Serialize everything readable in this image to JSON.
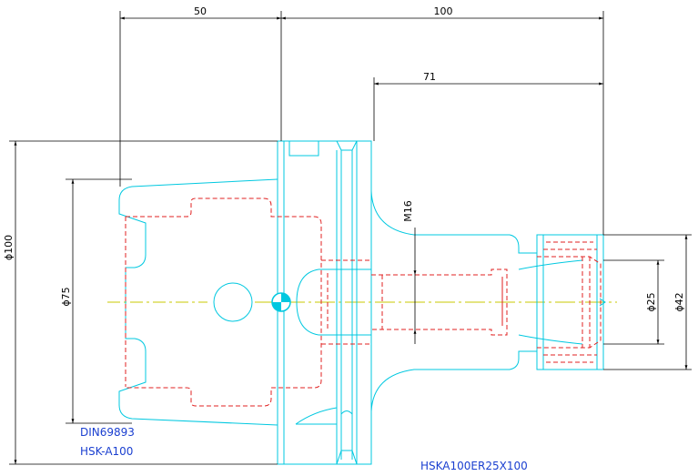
{
  "drawing": {
    "dimensions": {
      "d50": "50",
      "d100": "100",
      "d71": "71",
      "m16": "M16",
      "dia100": "ϕ100",
      "dia75": "ϕ75",
      "dia25": "ϕ25",
      "dia42": "ϕ42"
    },
    "labels": {
      "standard": "DIN69893",
      "interface": "HSK-A100",
      "part_number": "HSKA100ER25X100"
    },
    "colors": {
      "outline": "#00c8e0",
      "hidden": "#e02020",
      "dimension": "#000000",
      "centerline": "#c8c800",
      "text_blue": "#1a3fd0"
    }
  }
}
